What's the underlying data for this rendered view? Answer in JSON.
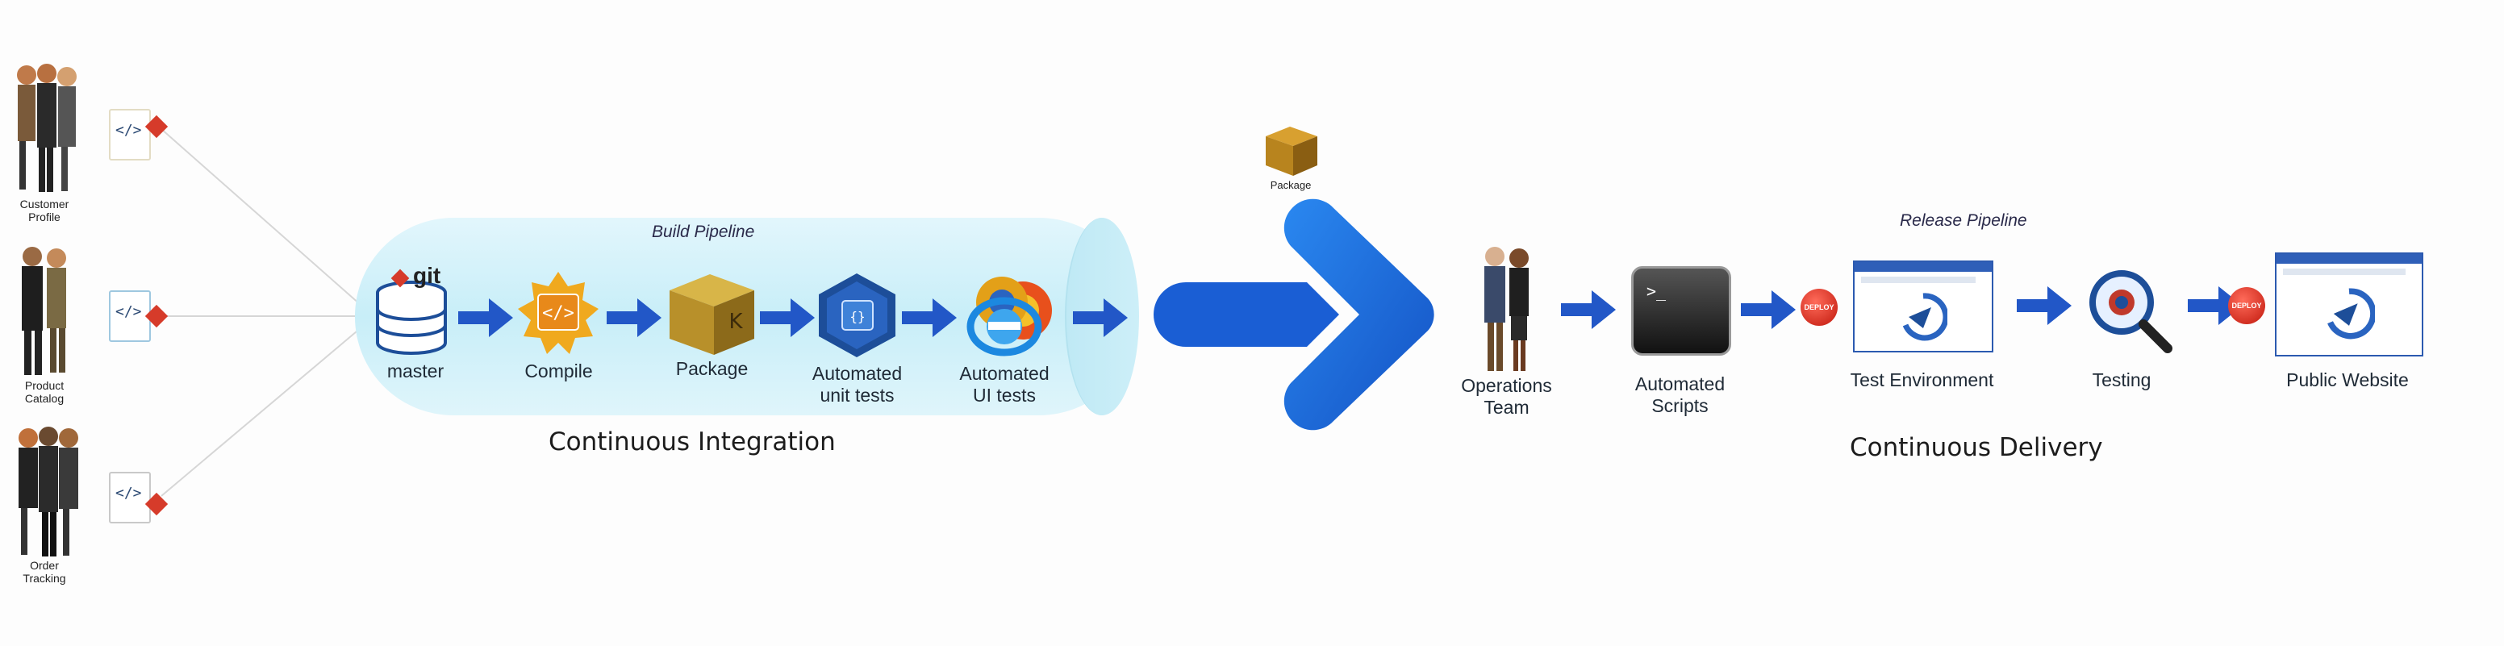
{
  "personas": [
    {
      "label_line1": "Customer",
      "label_line2": "Profile"
    },
    {
      "label_line1": "Product",
      "label_line2": "Catalog"
    },
    {
      "label_line1": "Order",
      "label_line2": "Tracking"
    }
  ],
  "code_icon_text": "</>",
  "build_pipeline": {
    "title": "Build Pipeline",
    "git_label": "git",
    "stages": [
      {
        "label_line1": "master",
        "label_line2": ""
      },
      {
        "label_line1": "Compile",
        "label_line2": ""
      },
      {
        "label_line1": "Package",
        "label_line2": ""
      },
      {
        "label_line1": "Automated",
        "label_line2": "unit tests"
      },
      {
        "label_line1": "Automated",
        "label_line2": "UI tests"
      }
    ]
  },
  "continuous_integration": "Continuous Integration",
  "package_label": "Package",
  "release_pipeline": {
    "title": "Release Pipeline",
    "stages": [
      {
        "label_line1": "Operations",
        "label_line2": "Team"
      },
      {
        "label_line1": "Automated",
        "label_line2": "Scripts"
      },
      {
        "label_line1": "Test Environment",
        "label_line2": ""
      },
      {
        "label_line1": "Testing",
        "label_line2": ""
      },
      {
        "label_line1": "Public Website",
        "label_line2": ""
      }
    ],
    "deploy_button": "DEPLOY",
    "terminal_prompt": ">_"
  },
  "continuous_delivery": "Continuous Delivery",
  "colors": {
    "arrow_blue": "#2257c7",
    "big_arrow_blue": "#1a6fe0",
    "tube": "#c8eef8",
    "git_red": "#d63b2a",
    "package_gold": "#b8902a"
  }
}
